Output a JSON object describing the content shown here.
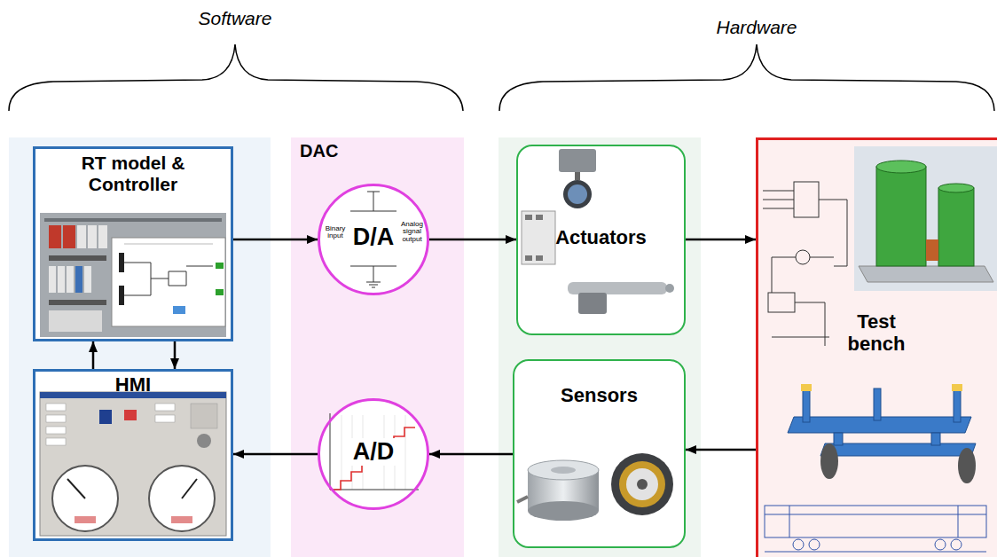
{
  "diagram": {
    "nodes": [
      {
        "text": [
          "RT model & Controller"
        ]
      },
      {
        "text": [
          "HMI"
        ]
      },
      {
        "text": [
          "DAC"
        ]
      },
      {
        "text": [
          "D/A"
        ],
        "in": 2
      },
      {
        "text": [
          "A/D"
        ],
        "in": 2
      },
      {
        "text": [
          "Actuators"
        ]
      },
      {
        "text": [
          "Sensors"
        ]
      },
      {
        "text": [
          "Test bench"
        ]
      }
    ],
    "edges": [
      {
        "from": 0,
        "to": 3,
        "arrow": "to"
      },
      {
        "from": 3,
        "to": 5,
        "arrow": "to"
      },
      {
        "from": 5,
        "to": 7,
        "arrow": "to"
      },
      {
        "from": 7,
        "to": 6,
        "arrow": "to"
      },
      {
        "from": 6,
        "to": 4,
        "arrow": "to"
      },
      {
        "from": 4,
        "to": 1,
        "arrow": "to"
      },
      {
        "from": 1,
        "to": 0,
        "arrow": "to"
      },
      {
        "from": 0,
        "to": 1,
        "arrow": "to"
      }
    ],
    "labels": [
      "Software",
      "Hardware",
      "Binary input",
      "Analog signal output"
    ]
  }
}
